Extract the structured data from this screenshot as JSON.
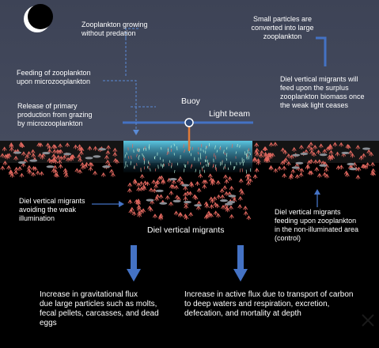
{
  "labels": {
    "zooplankton_growing": "Zooplankton growing\nwithout predation",
    "small_particles": "Small particles are\nconverted into large\nzooplankton",
    "feeding_zooplankton": "Feeding of zooplankton\nupon microzooplankton",
    "diel_feed_surplus": "Diel vertical migrants will\nfeed upon the surplus\nzooplankton biomass once\nthe weak light ceases",
    "release_primary": "Release of primary\nproduction from grazing\nby microzooplankton",
    "buoy": "Buoy",
    "light_beam": "Light beam",
    "diel_avoiding": "Diel vertical migrants\navoiding the weak\nillumination",
    "diel_migrants": "Diel vertical migrants",
    "diel_control": "Diel vertical migrants\nfeeding upon zooplankton\nin the non-illuminated area\n(control)",
    "gravitational_flux": "Increase in gravitational flux\ndue large particles such as molts,\nfecal pellets, carcasses, and dead\neggs",
    "active_flux": "Increase in active flux due to transport of carbon\nto deep waters and respiration, excretion,\ndefecation, and mortality at depth"
  },
  "colors": {
    "sky": "#3d4356",
    "buoy_line": "#4472c4",
    "buoy_pole": "#e07b39",
    "arrow_blue": "#4472c4",
    "dashed_blue": "#5b8bd6",
    "zooplankton": "#e2685f",
    "light_water": "#45b7d6"
  },
  "icons": {
    "moon": "crescent-moon-icon",
    "buoy": "buoy-icon"
  }
}
